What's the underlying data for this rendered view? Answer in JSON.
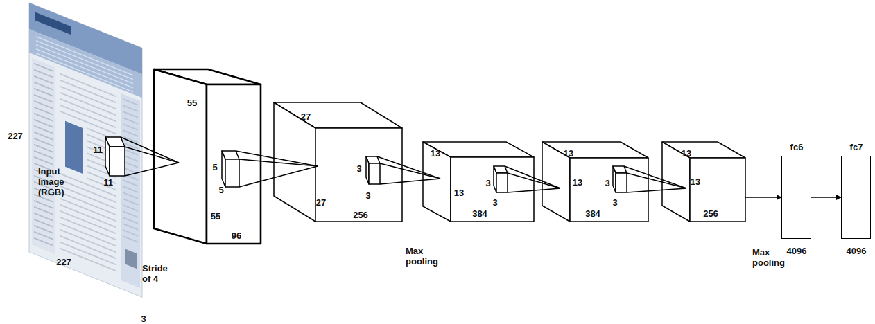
{
  "diagram": {
    "nodes": [
      {
        "text": [
          "Input Image (RGB)"
        ]
      },
      {
        "text": [
          "55",
          "55",
          "96"
        ]
      },
      {
        "text": [
          "27",
          "27",
          "256"
        ]
      },
      {
        "text": [
          "13",
          "13",
          "384"
        ]
      },
      {
        "text": [
          "13",
          "13",
          "384"
        ]
      },
      {
        "text": [
          "13",
          "13",
          "256"
        ]
      },
      {
        "text": [
          "fc6",
          "4096"
        ]
      },
      {
        "text": [
          "fc7",
          "4096"
        ]
      }
    ],
    "edges": [
      {
        "from": 5,
        "to": 6,
        "arrow": "to"
      },
      {
        "from": 6,
        "to": 7,
        "arrow": "to"
      }
    ],
    "labels": [
      "227",
      "11",
      "11",
      "227",
      "Stride of 4",
      "3",
      "5",
      "5",
      "3",
      "3",
      "Max pooling",
      "3",
      "3",
      "3",
      "3",
      "Max pooling"
    ]
  }
}
